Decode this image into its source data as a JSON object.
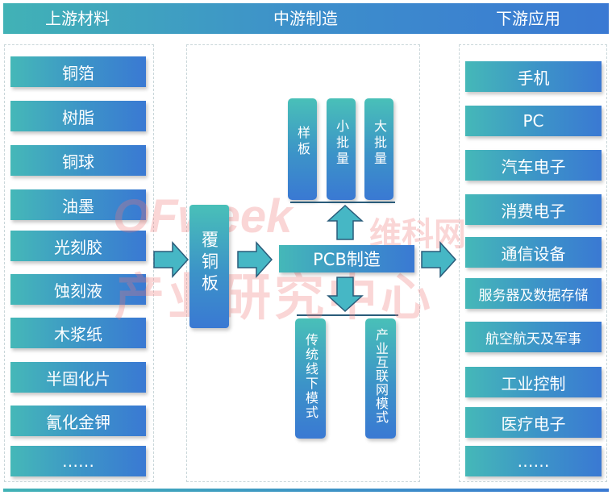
{
  "header": {
    "upstream": "上游材料",
    "midstream": "中游制造",
    "downstream": "下游应用"
  },
  "upstream_items": [
    "铜箔",
    "树脂",
    "铜球",
    "油墨",
    "光刻胶",
    "蚀刻液",
    "木浆纸",
    "半固化片",
    "氰化金钾",
    "……"
  ],
  "midstream": {
    "ccl": "覆铜板",
    "pcb": "PCB制造",
    "top_modes": [
      "样板",
      "小批量",
      "大批量"
    ],
    "bottom_modes": [
      "传统线下模式",
      "产业互联网模式"
    ]
  },
  "downstream_items": [
    "手机",
    "PC",
    "汽车电子",
    "消费电子",
    "通信设备",
    "服务器及数据存储",
    "航空航天及军事",
    "工业控制",
    "医疗电子",
    "……"
  ],
  "watermark": {
    "logo": "OFweek",
    "line1": "维科网",
    "line2": "产业研究中心"
  },
  "colors": {
    "gradient_start": "#45b8b8",
    "gradient_end": "#3a79d3",
    "arrow_fill": "#46b7c5",
    "arrow_stroke": "#2a5c7a"
  }
}
